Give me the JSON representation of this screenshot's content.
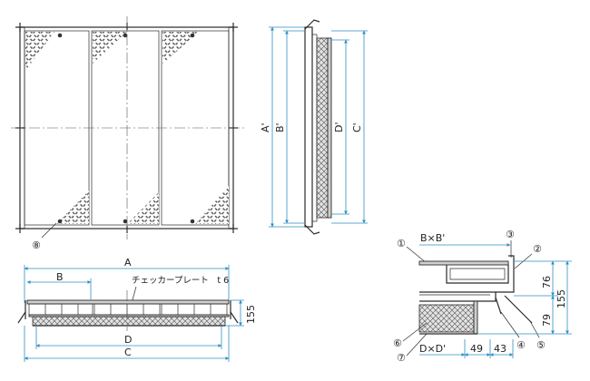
{
  "labels": {
    "A": "A",
    "B": "B",
    "C": "C",
    "D": "D",
    "A_prime": "A'",
    "B_prime": "B'",
    "C_prime": "C'",
    "D_prime": "D'",
    "checker_plate": "チェッカープレート　t 6",
    "dim_155_left": "155",
    "dim_155_right": "155",
    "dim_76": "76",
    "dim_79": "79",
    "dim_49": "49",
    "dim_43": "43",
    "b_x_b": "B×B'",
    "d_x_d": "D×D'"
  },
  "callouts": {
    "c1": "①",
    "c2": "②",
    "c3": "③",
    "c4": "④",
    "c5": "⑤",
    "c6": "⑥",
    "c7": "⑦",
    "c8": "⑧"
  },
  "colors": {
    "line": "#2b2b2b",
    "dimension": "#2f8fc4",
    "hatch_fill": "#cfcfcf"
  }
}
